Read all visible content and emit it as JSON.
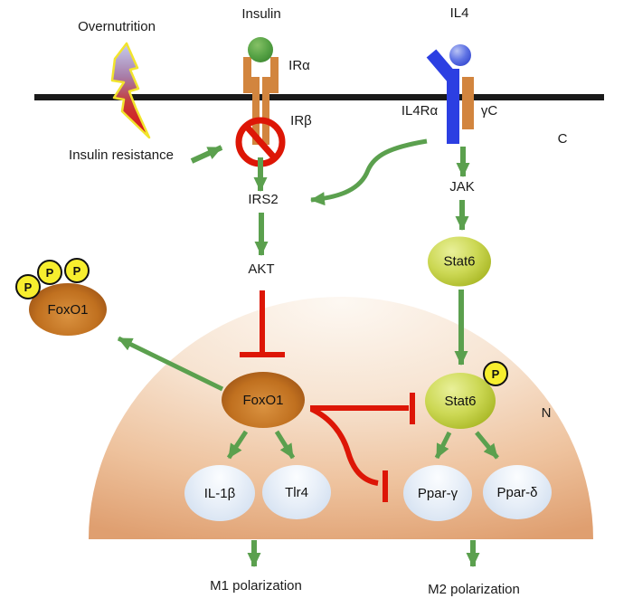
{
  "extracellular": {
    "overnutrition": "Overnutrition",
    "insulin": "Insulin",
    "il4": "IL4"
  },
  "receptors": {
    "ir_alpha": "IRα",
    "ir_beta": "IRβ",
    "il4r_alpha": "IL4Rα",
    "gamma_c": "γC"
  },
  "cytoplasm": {
    "compartment_label": "C",
    "insulin_resistance": "Insulin resistance",
    "irs2": "IRS2",
    "akt": "AKT",
    "jak": "JAK",
    "stat6": "Stat6",
    "foxo1_exported": "FoxO1",
    "phosphates": [
      "P",
      "P",
      "P"
    ]
  },
  "nucleus": {
    "compartment_label": "N",
    "foxo1": "FoxO1",
    "stat6": "Stat6",
    "stat6_phosphate": "P",
    "m1_targets": [
      "IL-1β",
      "Tlr4"
    ],
    "m2_targets": [
      "Ppar-γ",
      "Ppar-δ"
    ]
  },
  "outputs": {
    "m1": "M1 polarization",
    "m2": "M2 polarization"
  },
  "colors": {
    "activation_green": "#5ba04e",
    "inhibition_red": "#dd1606",
    "receptor_orange": "#d2853e",
    "receptor_blue": "#2c3fe2",
    "membrane_black": "#1a1a1a",
    "nucleus_peach": "#df9f70",
    "foxo1_brown": "#b5641f",
    "stat6_yellow_green": "#bfcc3e",
    "target_blue_light": "#ccdbee",
    "phosphate_yellow": "#f7ee2e",
    "bolt_yellow": "#f2e42c"
  }
}
